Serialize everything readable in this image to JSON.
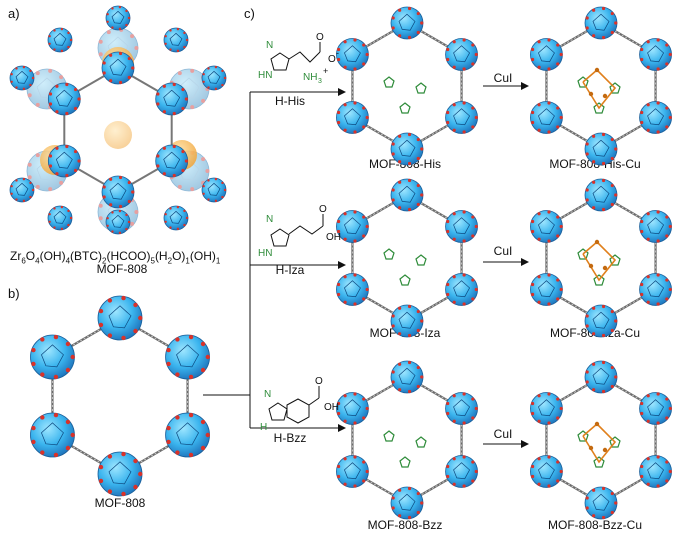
{
  "panels": {
    "a": "a)",
    "b": "b)",
    "c": "c)"
  },
  "panel_a": {
    "formula": [
      {
        "t": "Zr"
      },
      {
        "s": "6"
      },
      {
        "t": "O"
      },
      {
        "s": "4"
      },
      {
        "t": "(OH)"
      },
      {
        "s": "4"
      },
      {
        "t": "(BTC)"
      },
      {
        "s": "2"
      },
      {
        "t": "(HCOO)"
      },
      {
        "s": "5"
      },
      {
        "t": "(H"
      },
      {
        "s": "2"
      },
      {
        "t": "O)"
      },
      {
        "s": "1"
      },
      {
        "t": "(OH)"
      },
      {
        "s": "1"
      }
    ],
    "name": "MOF-808"
  },
  "panel_b": {
    "name": "MOF-808"
  },
  "reagent": "CuI",
  "rows": [
    {
      "ligand": "H-His",
      "product": "MOF-808-His",
      "cu_product": "MOF-808-His-Cu",
      "mol": {
        "cooh": "O",
        "om": "O",
        "minus": "-",
        "amine": "NH",
        "amine_sub": "3",
        "plus": "+",
        "nh": "HN",
        "n": "N"
      }
    },
    {
      "ligand": "H-Iza",
      "product": "MOF-808-Iza",
      "cu_product": "MOF-808-Iza-Cu",
      "mol": {
        "o": "O",
        "oh": "OH",
        "nh": "HN",
        "n": "N"
      }
    },
    {
      "ligand": "H-Bzz",
      "product": "MOF-808-Bzz",
      "cu_product": "MOF-808-Bzz-Cu",
      "mol": {
        "o": "O",
        "oh": "OH",
        "nh": "H",
        "n": "N"
      }
    }
  ]
}
